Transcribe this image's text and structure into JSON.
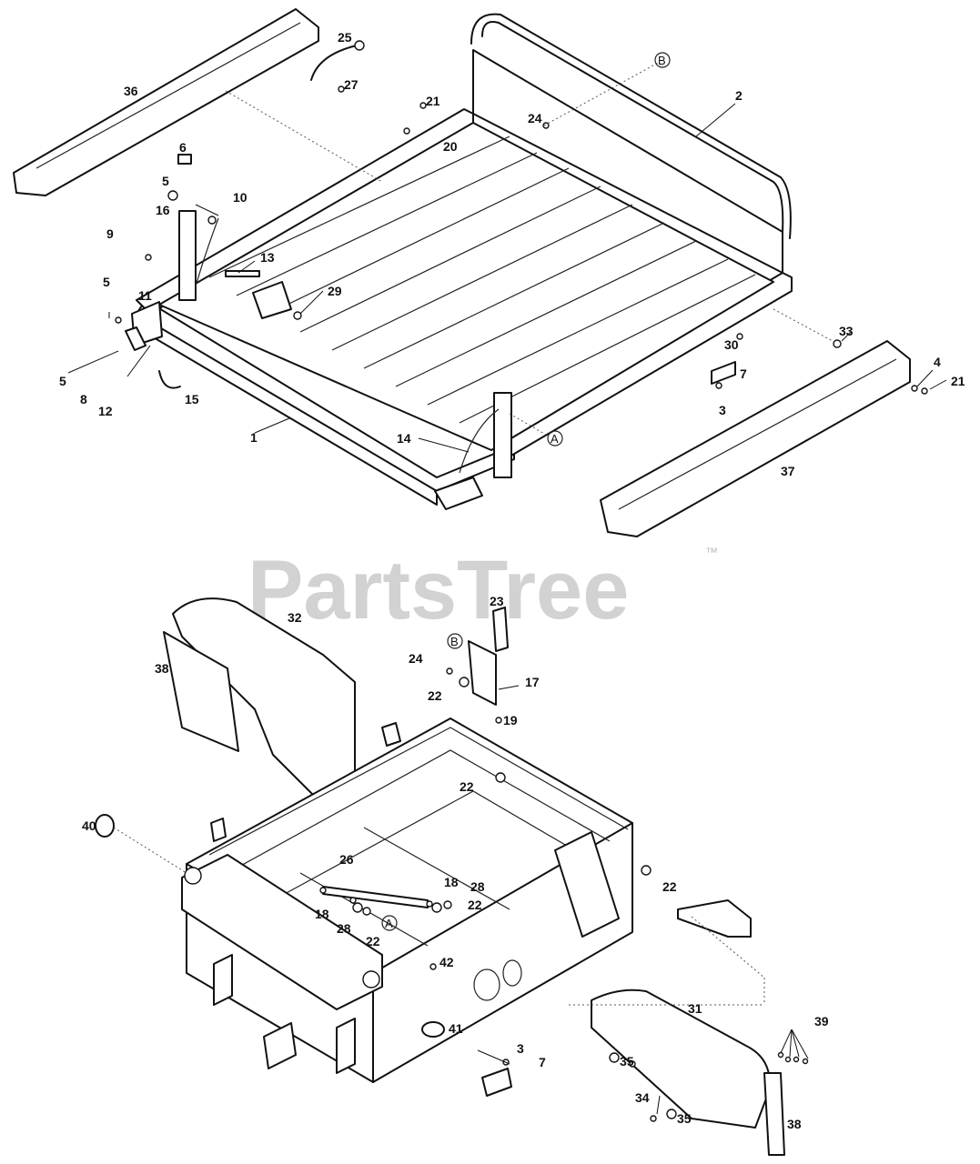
{
  "watermark": {
    "text": "PartsTree",
    "trademark": "™"
  },
  "callouts": {
    "p1": "1",
    "p2": "2",
    "p3a": "3",
    "p3b": "3",
    "p4": "4",
    "p5a": "5",
    "p5b": "5",
    "p5c": "5",
    "p6": "6",
    "p7a": "7",
    "p7b": "7",
    "p8": "8",
    "p9": "9",
    "p10": "10",
    "p11": "11",
    "p12": "12",
    "p13": "13",
    "p14": "14",
    "p15": "15",
    "p16": "16",
    "p17": "17",
    "p18a": "18",
    "p18b": "18",
    "p19": "19",
    "p20": "20",
    "p21a": "21",
    "p21b": "21",
    "p22a": "22",
    "p22b": "22",
    "p22c": "22",
    "p22d": "22",
    "p22e": "22",
    "p23": "23",
    "p24a": "24",
    "p24b": "24",
    "p25": "25",
    "p26": "26",
    "p27": "27",
    "p28a": "28",
    "p28b": "28",
    "p29": "29",
    "p30": "30",
    "p31": "31",
    "p32": "32",
    "p33": "33",
    "p34": "34",
    "p35a": "35",
    "p35b": "35",
    "p36": "36",
    "p37": "37",
    "p38a": "38",
    "p38b": "38",
    "p39": "39",
    "p40": "40",
    "p41": "41",
    "p42": "42"
  },
  "reference_markers": {
    "a_top": "A",
    "a_bottom": "A",
    "b_top": "B",
    "b_bottom": "B"
  }
}
